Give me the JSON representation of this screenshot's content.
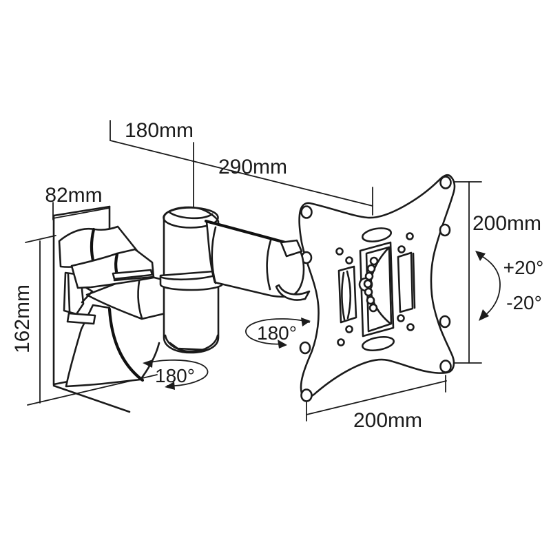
{
  "diagram": {
    "description_colors": {
      "background": "#ffffff",
      "line": "#1b1b1b"
    },
    "dimensions": {
      "arm_first_section": "180mm",
      "arm_full_extension": "290mm",
      "wall_plate_width": "82mm",
      "wall_plate_height": "162mm",
      "vesa_plate_height": "200mm",
      "vesa_plate_width": "200mm"
    },
    "angles": {
      "tilt_up": "+20°",
      "tilt_down": "-20°",
      "swivel_arm": "180°",
      "swivel_base": "180°"
    }
  }
}
